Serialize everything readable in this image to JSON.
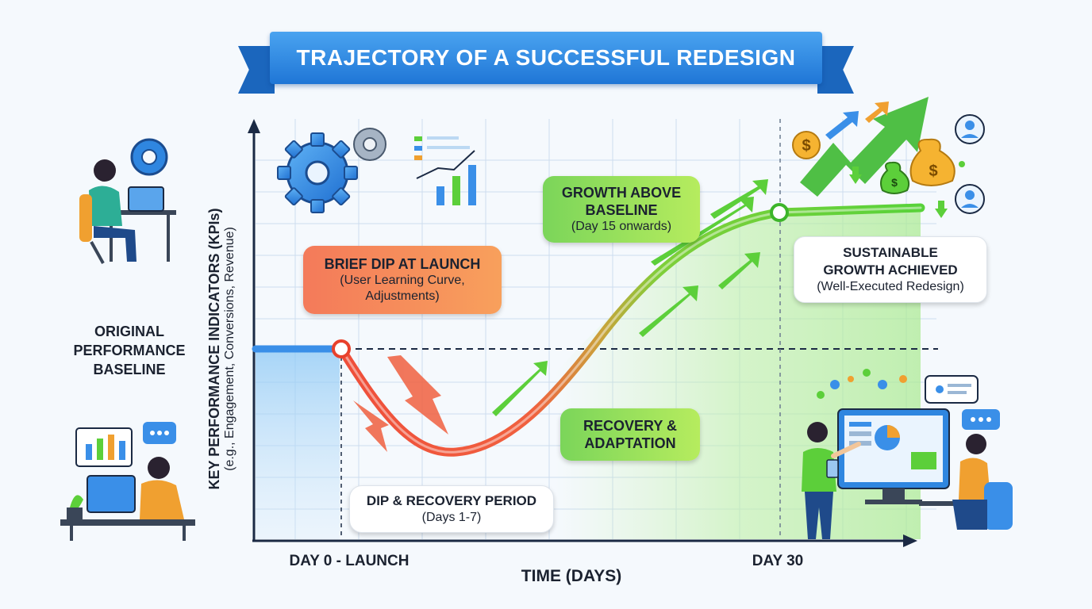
{
  "title": "TRAJECTORY OF A SUCCESSFUL REDESIGN",
  "axes": {
    "y_label": "KEY PERFORMANCE INDICATORS (KPIs)",
    "y_sublabel": "(e.g., Engagement, Conversions, Revenue)",
    "x_label": "TIME (DAYS)",
    "x_tick_start": "DAY 0 - LAUNCH",
    "x_tick_end": "DAY 30"
  },
  "baseline": {
    "line1": "ORIGINAL",
    "line2": "PERFORMANCE",
    "line3": "BASELINE"
  },
  "callouts": {
    "dip_title": "BRIEF DIP AT LAUNCH",
    "dip_sub1": "(User Learning Curve,",
    "dip_sub2": "Adjustments)",
    "growth_title1": "GROWTH ABOVE",
    "growth_title2": "BASELINE",
    "growth_sub": "(Day 15 onwards)",
    "sustain_title1": "SUSTAINABLE",
    "sustain_title2": "GROWTH ACHIEVED",
    "sustain_sub": "(Well-Executed Redesign)",
    "recovery_title1": "RECOVERY &",
    "recovery_title2": "ADAPTATION",
    "period_title": "DIP & RECOVERY PERIOD",
    "period_sub": "(Days 1-7)"
  },
  "colors": {
    "baseline": "#3a8fe8",
    "dip": "#ee5a3a",
    "growth": "#5ccf3a",
    "axis": "#1b2a44"
  },
  "icons": [
    "gear-icon",
    "bar-chart-icon",
    "dollar-coin-icon",
    "money-bag-icon",
    "user-avatar-icon",
    "chat-bubble-icon",
    "pie-chart-icon"
  ]
}
